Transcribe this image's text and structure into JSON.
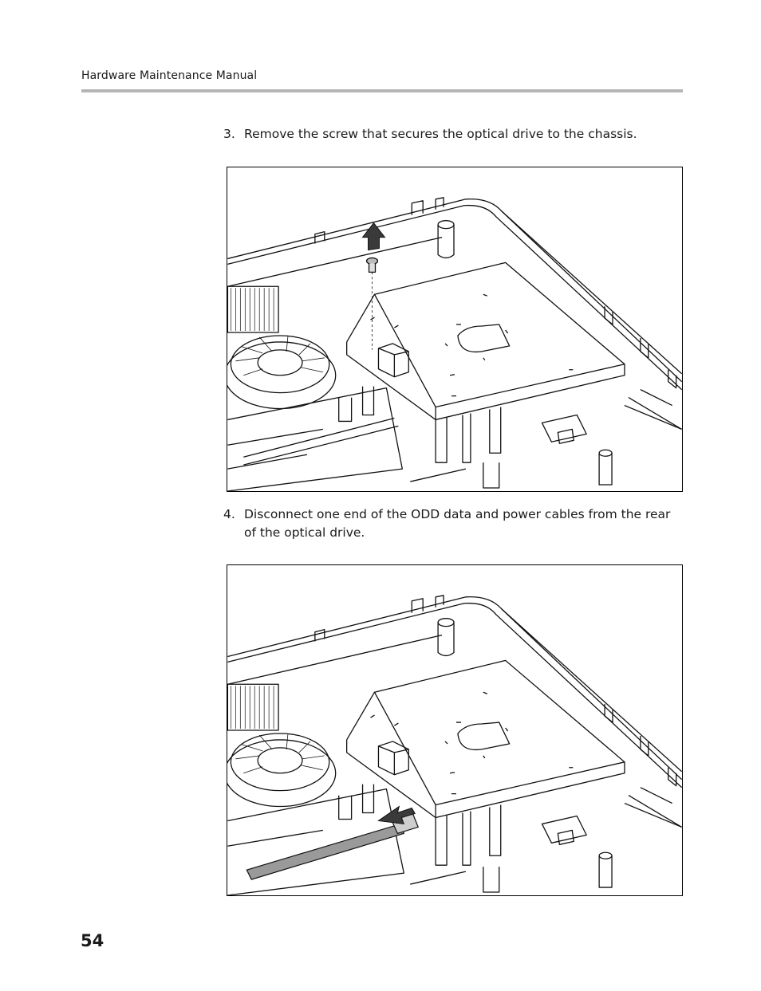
{
  "header": {
    "title": "Hardware Maintenance Manual"
  },
  "steps": [
    {
      "number": "3.",
      "text": "Remove the screw that secures the optical drive to the chassis."
    },
    {
      "number": "4.",
      "text": "Disconnect one end of the ODD data and power cables from the rear of the optical drive."
    }
  ],
  "figures": [
    {
      "arrow_color": "#3a3a3a"
    },
    {
      "arrow_color": "#3a3a3a",
      "cable_color": "#9a9a9a"
    }
  ],
  "footer": {
    "page_number": "54"
  }
}
